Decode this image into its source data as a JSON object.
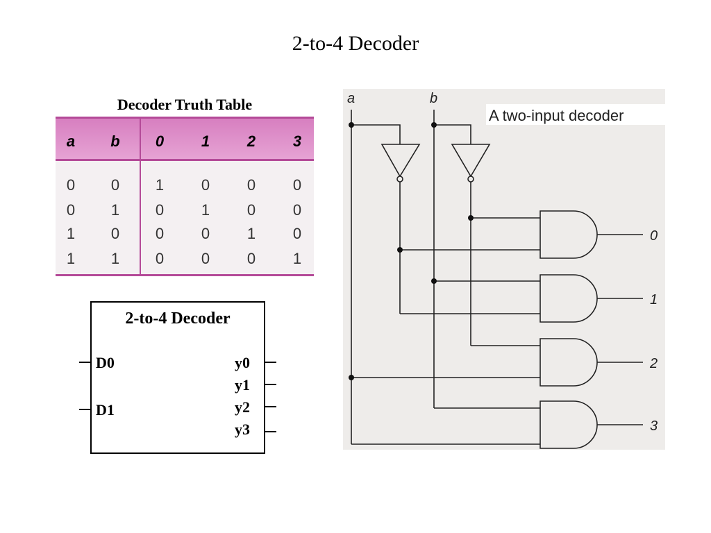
{
  "slide": {
    "title": "2-to-4 Decoder"
  },
  "truth_table": {
    "title": "Decoder Truth Table",
    "headers": [
      "a",
      "b",
      "0",
      "1",
      "2",
      "3"
    ],
    "rows": [
      [
        "0",
        "0",
        "1",
        "0",
        "0",
        "0"
      ],
      [
        "0",
        "1",
        "0",
        "1",
        "0",
        "0"
      ],
      [
        "1",
        "0",
        "0",
        "0",
        "1",
        "0"
      ],
      [
        "1",
        "1",
        "0",
        "0",
        "0",
        "1"
      ]
    ],
    "colors": {
      "header": "#d77fc0",
      "rule": "#b44a98"
    }
  },
  "block": {
    "title": "2-to-4 Decoder",
    "inputs": [
      "D0",
      "D1"
    ],
    "outputs": [
      "y0",
      "y1",
      "y2",
      "y3"
    ]
  },
  "circuit": {
    "title": "A two-input decoder",
    "input_labels": [
      "a",
      "b"
    ],
    "output_labels": [
      "0",
      "1",
      "2",
      "3"
    ]
  }
}
